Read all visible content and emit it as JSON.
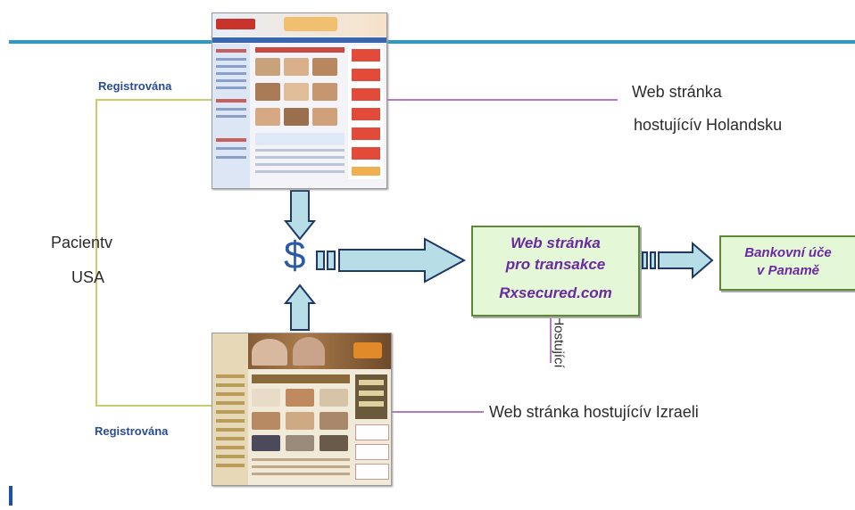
{
  "labels": {
    "registered_top": "Registrována",
    "registered_bottom": "Registrována",
    "patient_line1": "Pacientv",
    "patient_line2": "USA",
    "site_nl_line1": "Web stránka",
    "site_nl_line2": "hostujícív Holandsku",
    "site_il": "Web stránka hostujícív Izraeli",
    "hosting": "Hostující",
    "dollar": "$"
  },
  "transaction_box": {
    "line1": "Web stránka",
    "line2": "pro transakce",
    "line3": "Rxsecured.com"
  },
  "bank_box": {
    "line1": "Bankovní úče",
    "line2": "v Panamě"
  },
  "colors": {
    "top_rule": "#2a9ac8",
    "connector_yellow": "#c8cc6a",
    "connector_purple": "#9c4fb0",
    "arrow_fill": "#b7dde6",
    "arrow_stroke": "#1f3864",
    "box_fill": "#e4f7d7",
    "box_border": "#5f8a34",
    "box_text": "#6a2aa0"
  },
  "icons": {
    "dollar": "dollar-sign-icon",
    "arrow_down": "down-arrow-icon",
    "arrow_up": "up-arrow-icon",
    "arrow_right": "right-arrow-icon"
  }
}
